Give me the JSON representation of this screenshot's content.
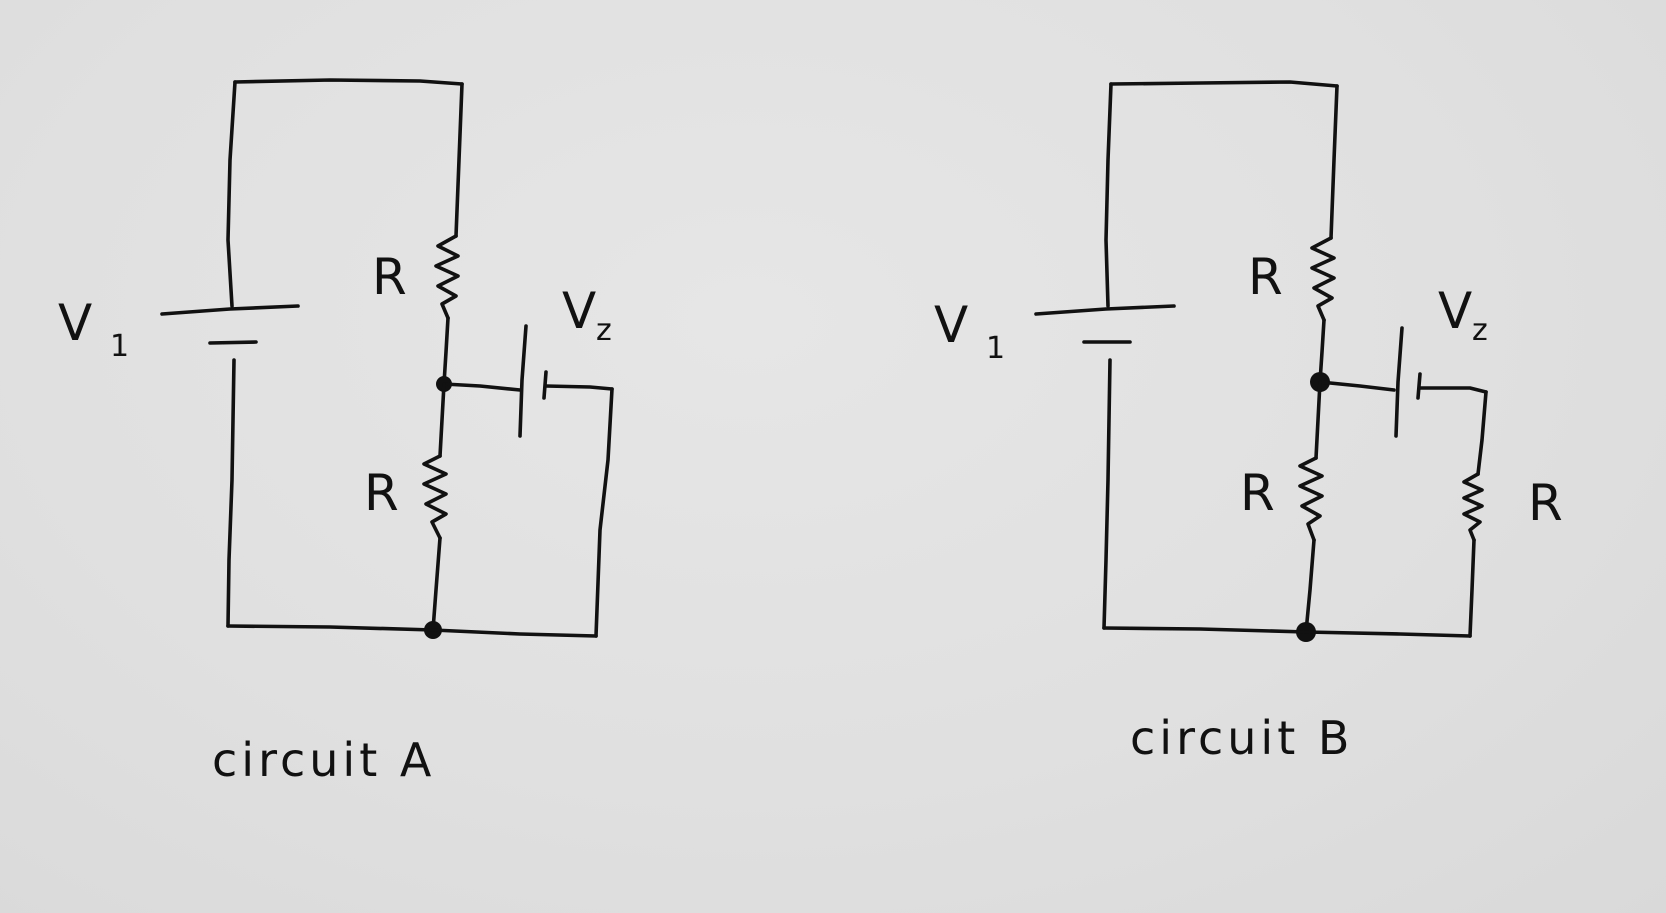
{
  "circuits": [
    {
      "caption": "circuit A",
      "source_label": "V",
      "source_subscript": "1",
      "second_source_label": "V",
      "second_source_subscript": "z",
      "resistor_top_label": "R",
      "resistor_bottom_label": "R"
    },
    {
      "caption": "circuit B",
      "source_label": "V",
      "source_subscript": "1",
      "second_source_label": "V",
      "second_source_subscript": "z",
      "resistor_top_label": "R",
      "resistor_bottom_label": "R",
      "load_resistor_label": "R"
    }
  ]
}
